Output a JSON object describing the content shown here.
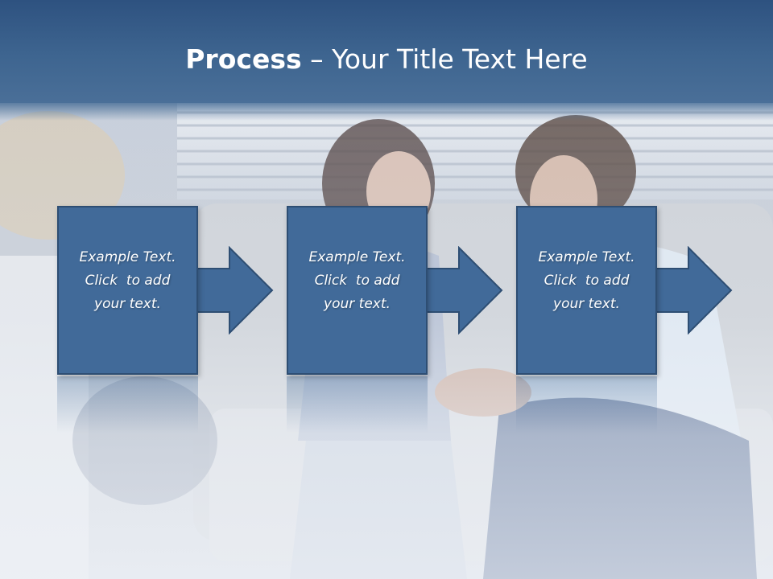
{
  "slide": {
    "title_strong": "Process",
    "title_sep": " – ",
    "title_rest": "Your Title Text Here"
  },
  "steps": [
    {
      "line1": "Example Text.",
      "line2": "Click  to add",
      "line3": "your text."
    },
    {
      "line1": "Example Text.",
      "line2": "Click  to add",
      "line3": "your text."
    },
    {
      "line1": "Example Text.",
      "line2": "Click  to add",
      "line3": "your text."
    }
  ],
  "colors": {
    "header": "#3e6590",
    "box_fill": "#416a99",
    "box_border": "#2e4e73",
    "text": "#ffffff"
  },
  "icons": {
    "arrow": "right-arrow-icon"
  }
}
